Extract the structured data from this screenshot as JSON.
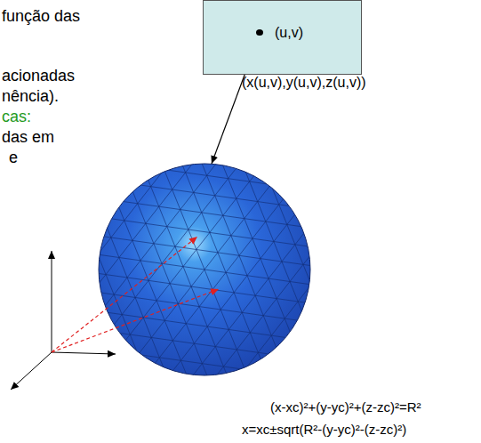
{
  "diagram": {
    "nodes": [
      {
        "text": [
          "(u,v)"
        ]
      }
    ],
    "labels": [
      "função das",
      "acionadas",
      "nência).",
      "cas:",
      "das em",
      "e",
      "(x(u,v),y(u,v),z(u,v))",
      "(x-xc)²+(y-yc)²+(z-zc)²=R²",
      "x=xc±sqrt(R²-(y-yc)²-(z-zc)²)"
    ]
  }
}
